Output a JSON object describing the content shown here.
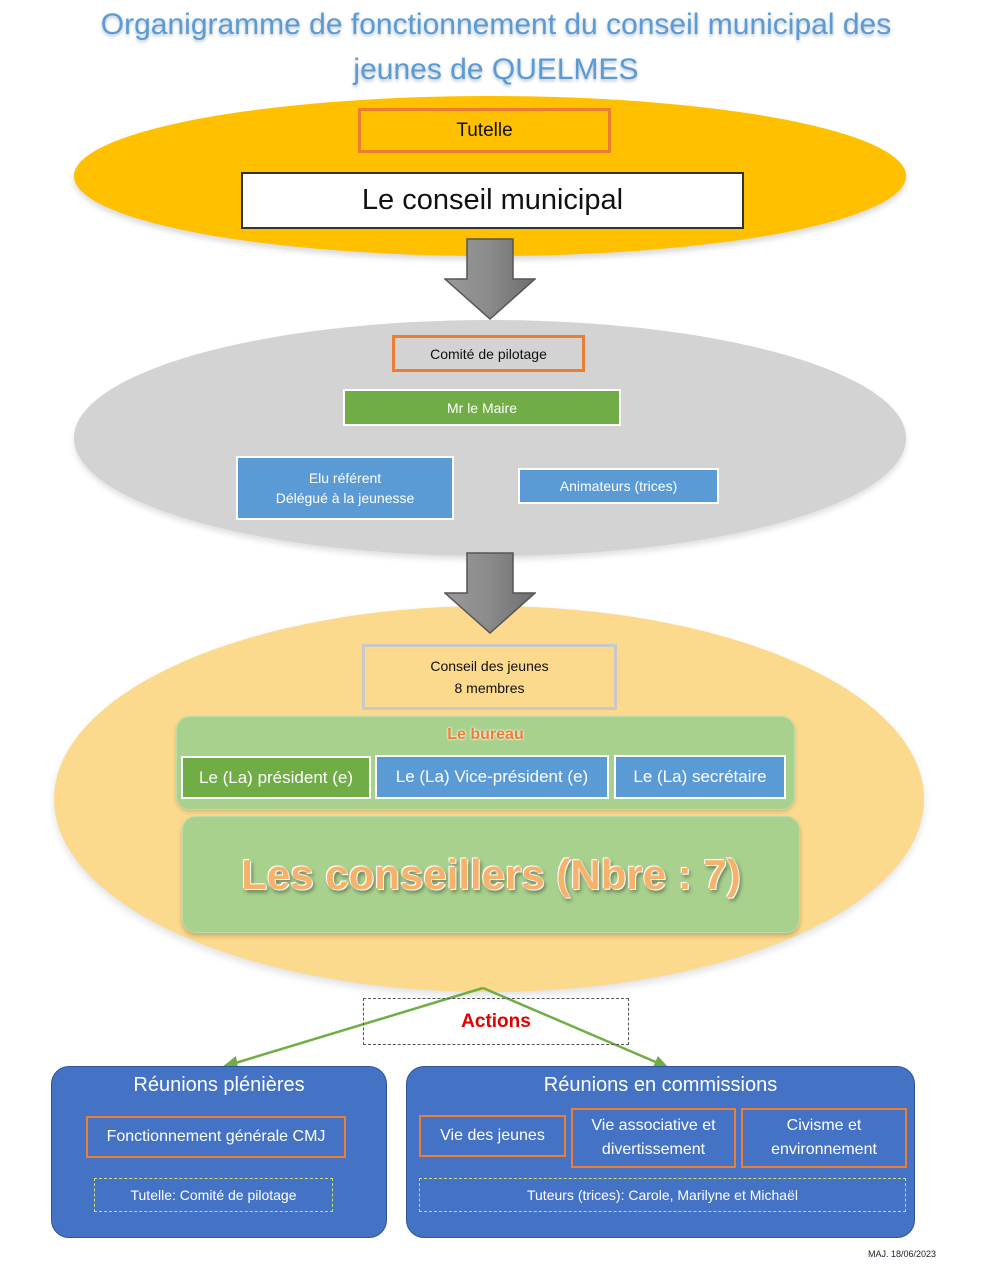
{
  "title": {
    "line1": "Organigramme de fonctionnement du conseil municipal des",
    "line2": "jeunes de QUELMES"
  },
  "tutelle": {
    "label": "Tutelle",
    "conseil_municipal": "Le conseil municipal"
  },
  "pilotage": {
    "label": "Comité de pilotage",
    "maire": "Mr le Maire",
    "elu_line1": "Elu référent",
    "elu_line2": "Délégué à la jeunesse",
    "animateurs": "Animateurs (trices)"
  },
  "conseil_jeunes": {
    "line1": "Conseil des jeunes",
    "line2": "8 membres",
    "bureau_title": "Le bureau",
    "president": "Le (La) président (e)",
    "vice_president": "Le (La) Vice-président (e)",
    "secretaire": "Le (La) secrétaire",
    "conseillers": "Les conseillers (Nbre : 7)"
  },
  "actions": {
    "label": "Actions"
  },
  "plenieres": {
    "title": "Réunions plénières",
    "fonctionnement": "Fonctionnement générale CMJ",
    "tutelle": "Tutelle: Comité de pilotage"
  },
  "commissions": {
    "title": "Réunions en commissions",
    "vie_jeunes": "Vie des jeunes",
    "vie_asso_line1": "Vie associative et",
    "vie_asso_line2": "divertissement",
    "civisme_line1": "Civisme et",
    "civisme_line2": "environnement",
    "tuteurs": "Tuteurs (trices): Carole, Marilyne et Michaël"
  },
  "footer": {
    "maj": "MAJ. 18/06/2023"
  },
  "colors": {
    "title_blue": "#5a9bd5",
    "tutelle_ellipse": "#ffc000",
    "pilotage_ellipse": "#d3d3d3",
    "jeunes_ellipse": "#fbd98d",
    "green": "#70ad47",
    "light_green": "#a9d18e",
    "blue": "#5b9bd5",
    "panel_blue": "#4472c4",
    "orange": "#ed7d31",
    "red": "#e00000"
  }
}
